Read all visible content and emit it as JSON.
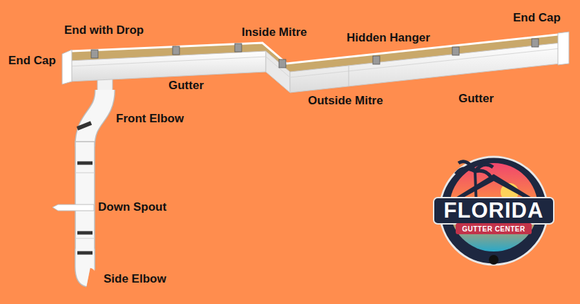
{
  "diagram": {
    "labels": [
      "End Cap",
      "End with Drop",
      "Inside Mitre",
      "Hidden Hanger",
      "End Cap",
      "Gutter",
      "Outside Mitre",
      "Gutter",
      "Front Elbow",
      "Down Spout",
      "Side Elbow",
      "FLORIDA",
      "GUTTER CENTER"
    ]
  }
}
